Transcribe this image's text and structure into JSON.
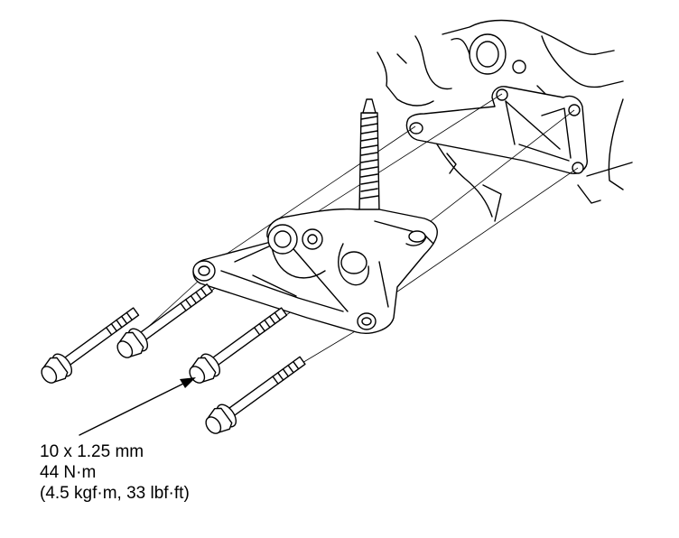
{
  "spec": {
    "size": "10 x 1.25 mm",
    "torque_nm": "44 N·m",
    "torque_alt": "(4.5 kgf·m, 33 lbf·ft)"
  }
}
